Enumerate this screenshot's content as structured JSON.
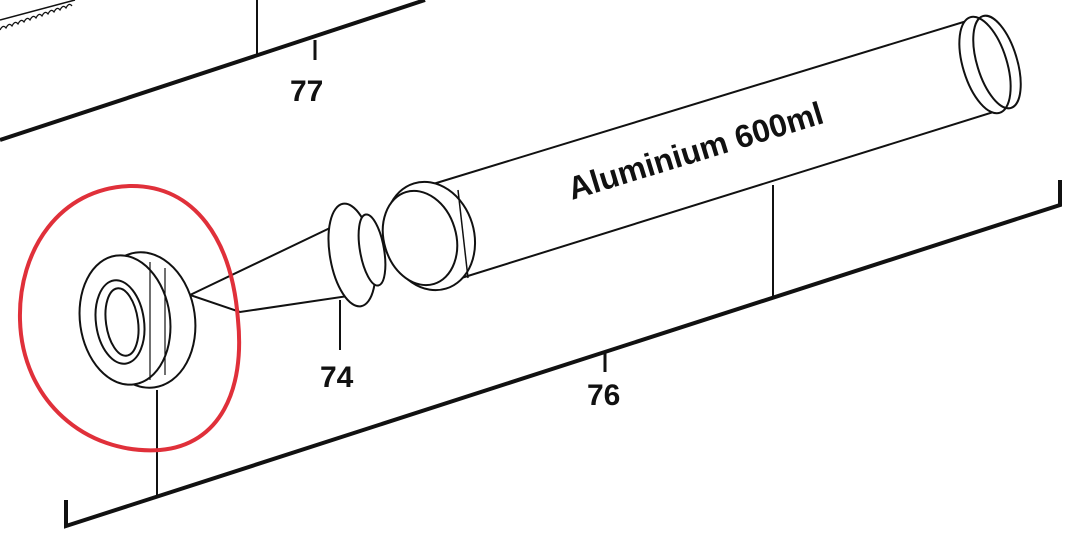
{
  "labels": {
    "part_77": "77",
    "part_74": "74",
    "part_76": "76"
  },
  "tube_text": "Aluminium 600ml",
  "colors": {
    "highlight": "#e0303a",
    "line": "#111111"
  }
}
